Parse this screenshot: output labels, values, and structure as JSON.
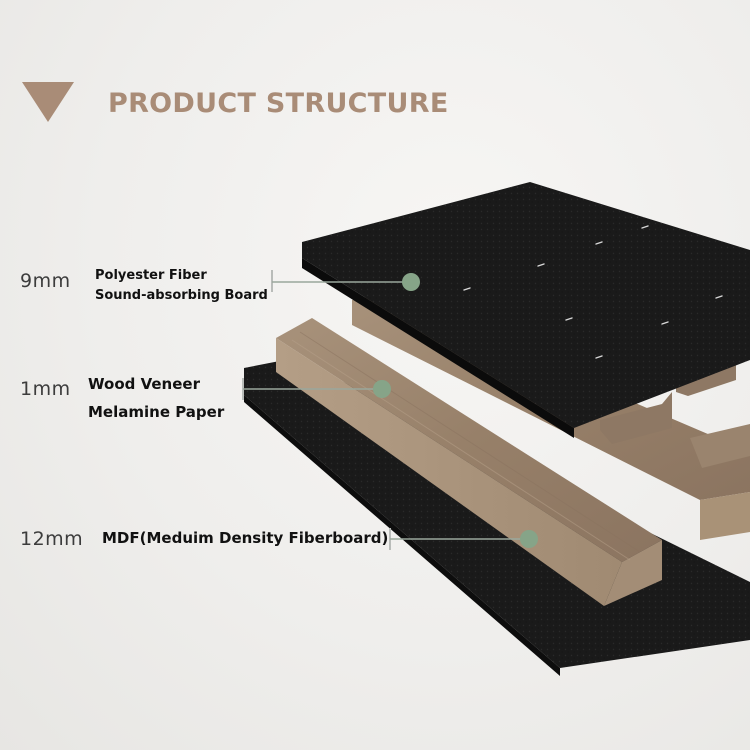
{
  "header": {
    "title": "PRODUCT STRUCTURE",
    "accent_color": "#a98c77"
  },
  "layers": [
    {
      "thickness": "9mm",
      "name_line1": "Polyester Fiber",
      "name_line2": "Sound-absorbing Board"
    },
    {
      "thickness": "1mm",
      "name_line1": "Wood Veneer",
      "name_line2": "Melamine Paper"
    },
    {
      "thickness": "12mm",
      "name_line1": "MDF(Meduim Density Fiberboard)"
    }
  ],
  "colors": {
    "felt": "#1b1b1b",
    "wood": "#9c8670",
    "callout_line": "#9aa79c",
    "callout_dot": "#86a488"
  },
  "icons": {
    "header_marker": "triangle-down-icon"
  }
}
